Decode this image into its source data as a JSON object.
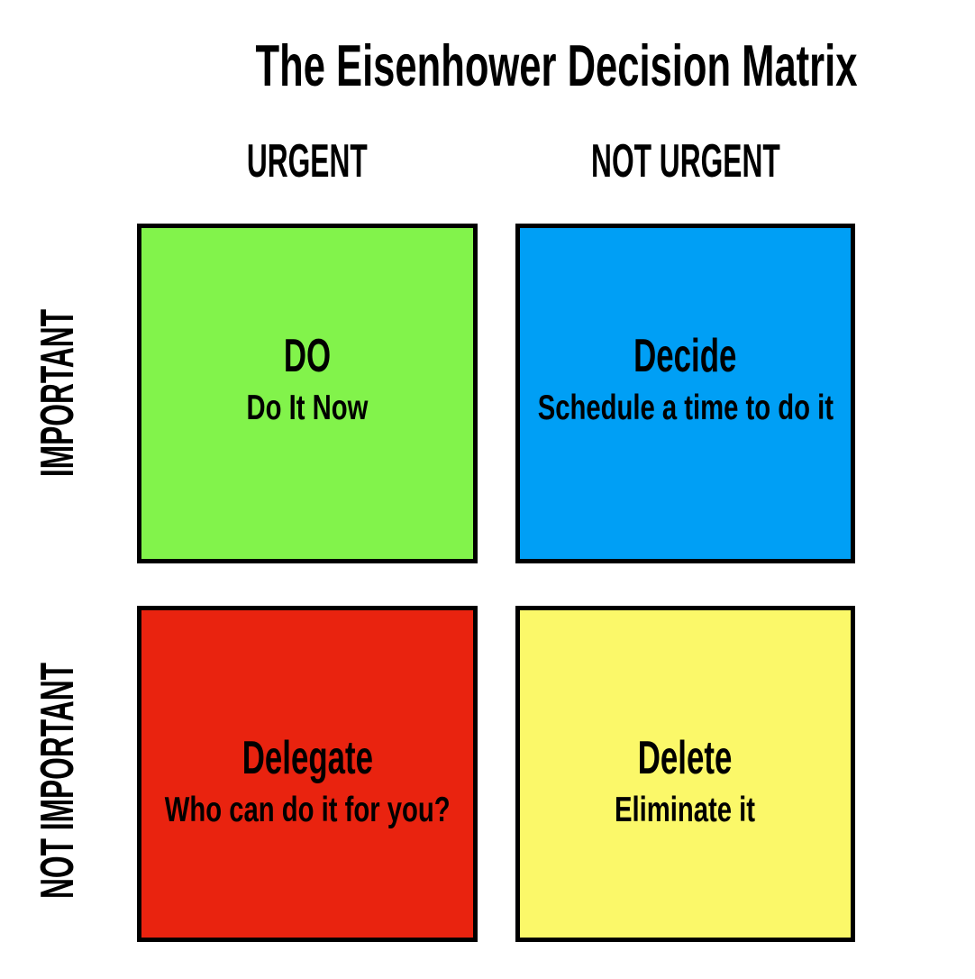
{
  "title": "The Eisenhower Decision Matrix",
  "colors": {
    "background": "#FFFFFF",
    "border": "#000000",
    "text": "#000000"
  },
  "columns": [
    {
      "label": "URGENT"
    },
    {
      "label": "NOT URGENT"
    }
  ],
  "rows": [
    {
      "label": "IMPORTANT"
    },
    {
      "label": "NOT IMPORTANT"
    }
  ],
  "quadrants": [
    {
      "heading": "DO",
      "subtitle": "Do It Now",
      "color": "#82F34B",
      "column": "URGENT",
      "row": "IMPORTANT"
    },
    {
      "heading": "Decide",
      "subtitle": "Schedule a time to do it",
      "color": "#009FF5",
      "column": "NOT URGENT",
      "row": "IMPORTANT"
    },
    {
      "heading": "Delegate",
      "subtitle": "Who can do it for you?",
      "color": "#E9230F",
      "column": "URGENT",
      "row": "NOT IMPORTANT"
    },
    {
      "heading": "Delete",
      "subtitle": "Eliminate it",
      "color": "#FBF869",
      "column": "NOT URGENT",
      "row": "NOT IMPORTANT"
    }
  ]
}
